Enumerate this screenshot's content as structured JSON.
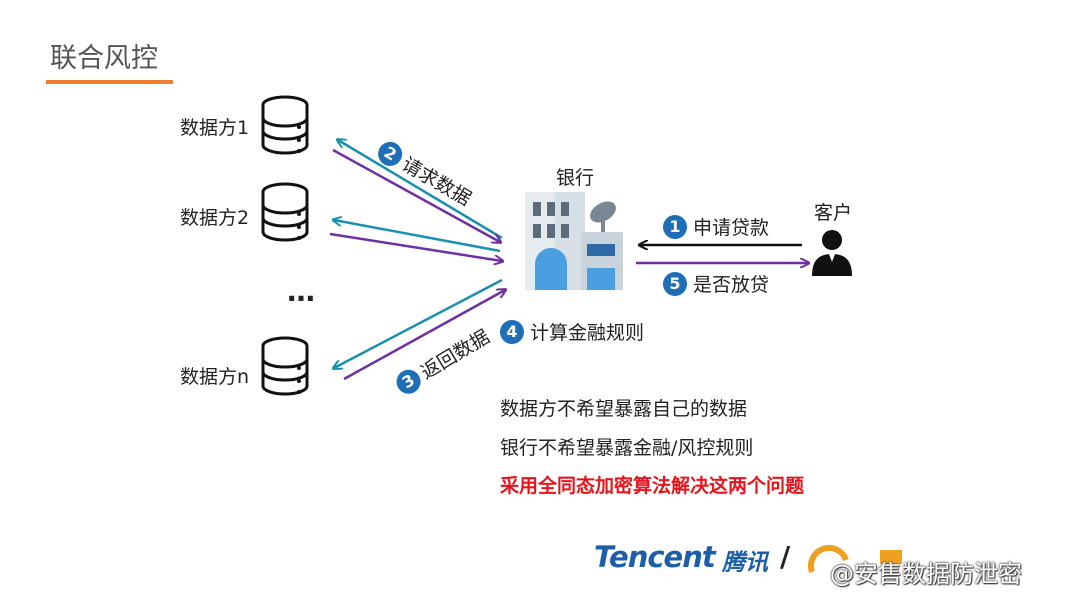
{
  "slide": {
    "title": "联合风控"
  },
  "data_parties": [
    {
      "label": "数据方1"
    },
    {
      "label": "数据方2"
    },
    {
      "label": "数据方n"
    }
  ],
  "ellipsis": "…",
  "bank": {
    "label": "银行"
  },
  "customer": {
    "label": "客户"
  },
  "steps": [
    {
      "num": "1",
      "label": "申请贷款"
    },
    {
      "num": "2",
      "label": "请求数据"
    },
    {
      "num": "3",
      "label": "返回数据"
    },
    {
      "num": "4",
      "label": "计算金融规则"
    },
    {
      "num": "5",
      "label": "是否放贷"
    }
  ],
  "notes": [
    "数据方不希望暴露自己的数据",
    "银行不希望暴露金融/风控规则",
    "采用全同态加密算法解决这两个问题"
  ],
  "footer": {
    "logo_en": "Tencent",
    "logo_cn": "腾讯",
    "slash": "/",
    "watermark": "@安售数据防泄密"
  },
  "colors": {
    "accent_orange": "#ed7d31",
    "arrow_teal": "#1a8fb0",
    "arrow_purple": "#7030a0",
    "badge_blue": "#1f6fb8",
    "highlight_red": "#e8141b"
  }
}
